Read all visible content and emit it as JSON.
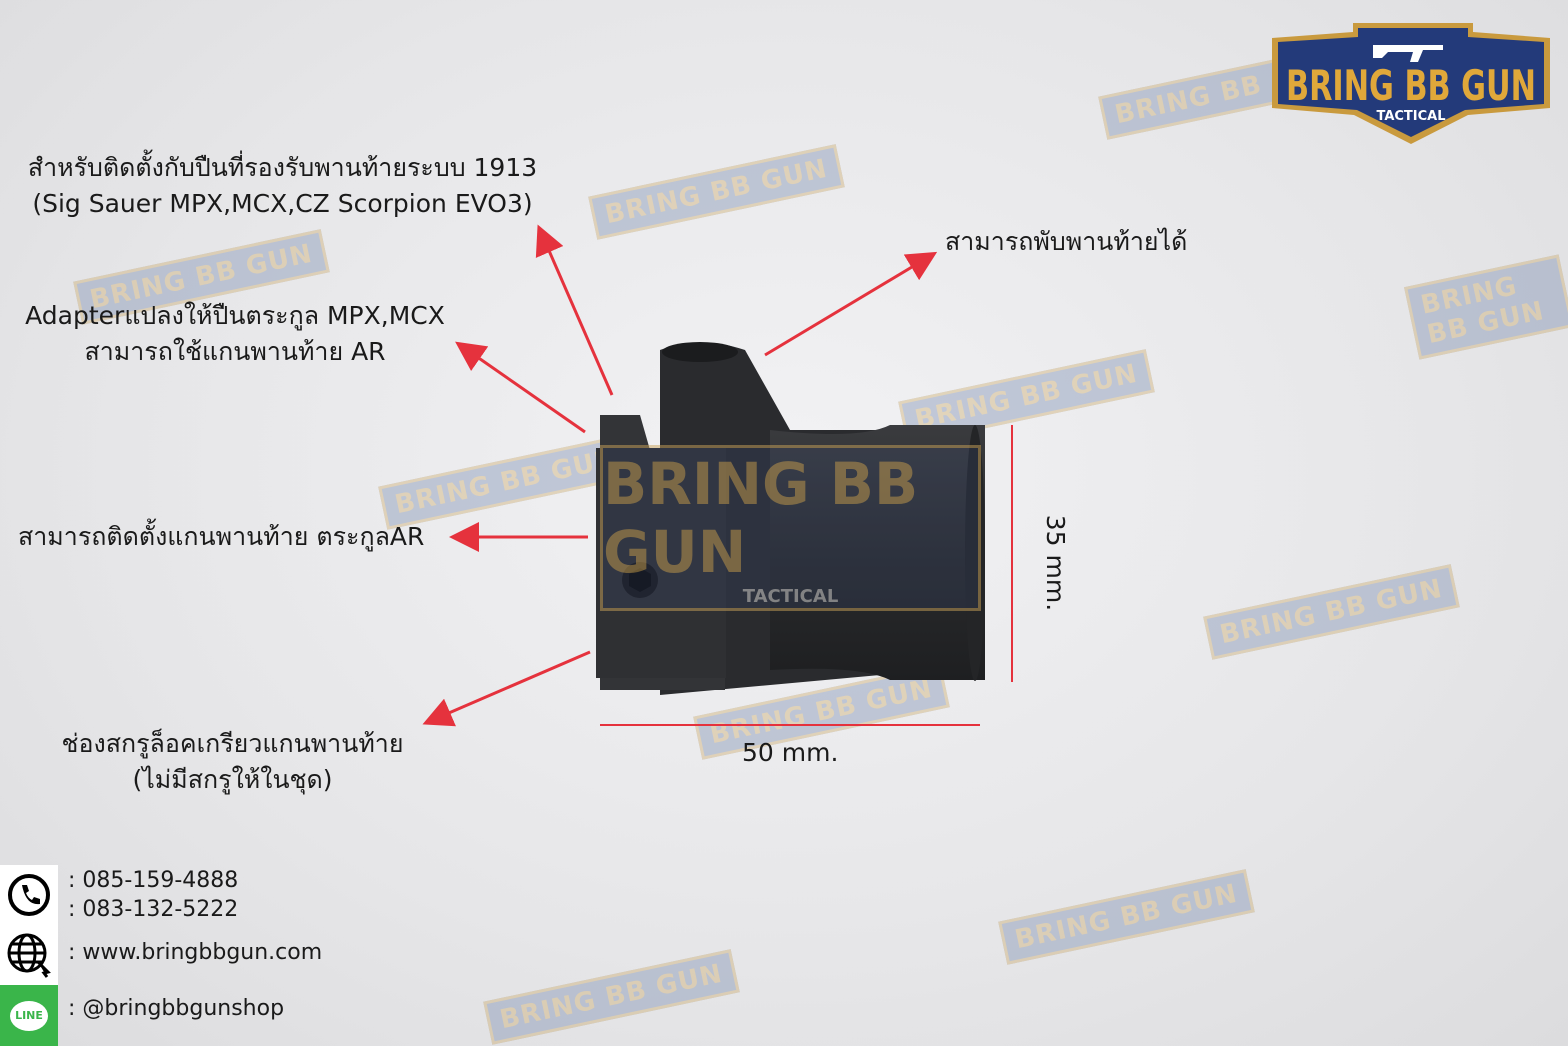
{
  "brand": {
    "logo_text": "BRING BB GUN",
    "logo_sub": "TACTICAL"
  },
  "colors": {
    "arrow": "#e5323d",
    "logo_blue": "#233a7a",
    "logo_gold": "#e0a83a",
    "line_green": "#3ab54a",
    "product": "#2b2c2e"
  },
  "annotations": {
    "compat_line1": "สำหรับติดตั้งกับปืนที่รองรับพานท้ายระบบ 1913",
    "compat_line2": "(Sig Sauer MPX,MCX,CZ Scorpion EVO3)",
    "folding": "สามารถพับพานท้ายได้",
    "adapter_line1": "Adapterแปลงให้ปืนตระกูล MPX,MCX",
    "adapter_line2": "สามารถใช้แกนพานท้าย AR",
    "ar_tube": "สามารถติดตั้งแกนพานท้าย ตระกูลAR",
    "screw_line1": "ช่องสกรูล็อคเกรียวแกนพานท้าย",
    "screw_line2": "(ไม่มีสกรูให้ในชุด)"
  },
  "dimensions": {
    "height": "35 mm.",
    "width": "50 mm."
  },
  "contact": {
    "phone1": ": 085-159-4888",
    "phone2": ": 083-132-5222",
    "website": ": www.bringbbgun.com",
    "line": ": @bringbbgunshop",
    "line_icon_text": "LINE"
  },
  "icons": [
    "phone-icon",
    "globe-cursor-icon",
    "line-app-icon"
  ]
}
